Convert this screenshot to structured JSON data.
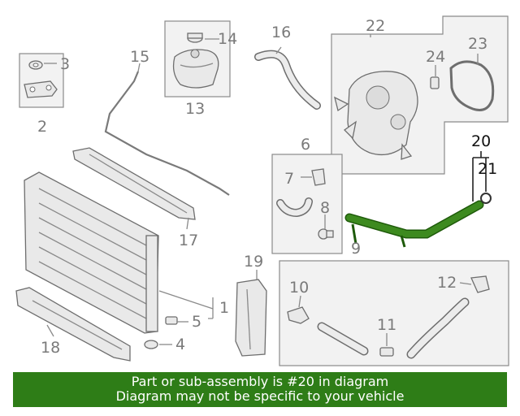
{
  "callouts": {
    "c1": "1",
    "c2": "2",
    "c3": "3",
    "c4": "4",
    "c5": "5",
    "c6": "6",
    "c7": "7",
    "c8": "8",
    "c9": "9",
    "c10": "10",
    "c11": "11",
    "c12": "12",
    "c13": "13",
    "c14": "14",
    "c15": "15",
    "c16": "16",
    "c17": "17",
    "c18": "18",
    "c19": "19",
    "c20": "20",
    "c21": "21",
    "c22": "22",
    "c23": "23",
    "c24": "24"
  },
  "highlight": {
    "part_number": "20",
    "color": "#2e7d17",
    "fill": "#3d8a1f"
  },
  "banner": {
    "line1": "Part or sub-assembly is #20 in diagram",
    "line2": "Diagram may not be specific to your vehicle"
  }
}
